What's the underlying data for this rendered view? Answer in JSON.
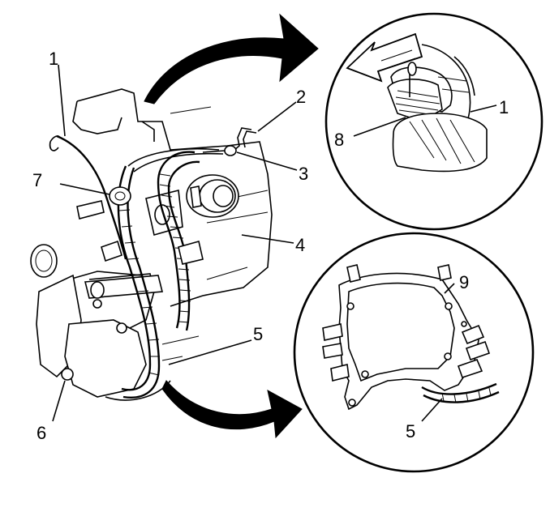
{
  "callouts": {
    "c1_main": "1",
    "c2": "2",
    "c3": "3",
    "c4": "4",
    "c5_main": "5",
    "c6": "6",
    "c7": "7",
    "c1_detail": "1",
    "c8": "8",
    "c9": "9",
    "c5_detail": "5"
  },
  "colors": {
    "ink": "#000000",
    "paper": "#ffffff"
  }
}
